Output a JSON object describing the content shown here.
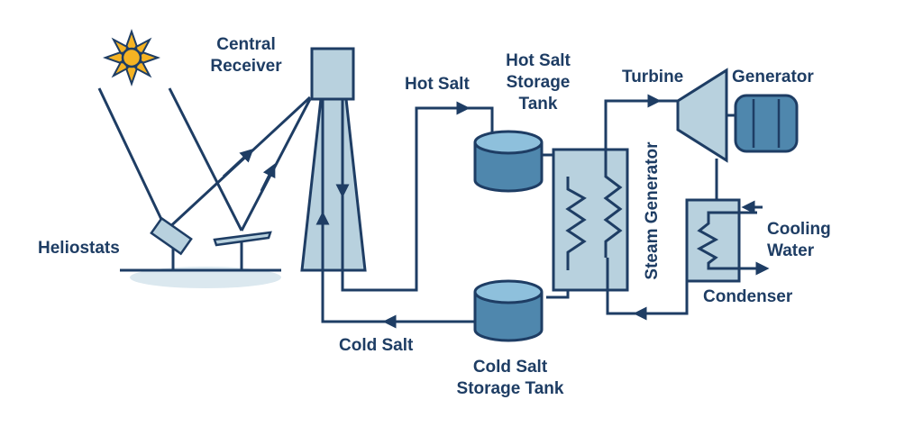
{
  "colors": {
    "outline": "#1e3d64",
    "light_fill": "#b8d1de",
    "tank_fill": "#4f87ad",
    "tank_top": "#8ec0dc",
    "ground": "#dbe8ef",
    "sun_core": "#f5b323",
    "white": "#ffffff"
  },
  "icons": [
    "sun-icon",
    "heliostat-icon",
    "tower-icon",
    "tank-icon",
    "heat-exchanger-icon",
    "turbine-icon",
    "generator-icon",
    "condenser-icon"
  ],
  "labels": {
    "central_receiver": [
      "Central",
      "Receiver"
    ],
    "heliostats": "Heliostats",
    "hot_salt": "Hot Salt",
    "hot_tank": [
      "Hot Salt",
      "Storage",
      "Tank"
    ],
    "turbine": "Turbine",
    "generator": "Generator",
    "steam_generator": "Steam Generator",
    "cooling_water": [
      "Cooling",
      "Water"
    ],
    "condenser": "Condenser",
    "cold_salt": "Cold Salt",
    "cold_tank": [
      "Cold Salt",
      "Storage Tank"
    ]
  }
}
